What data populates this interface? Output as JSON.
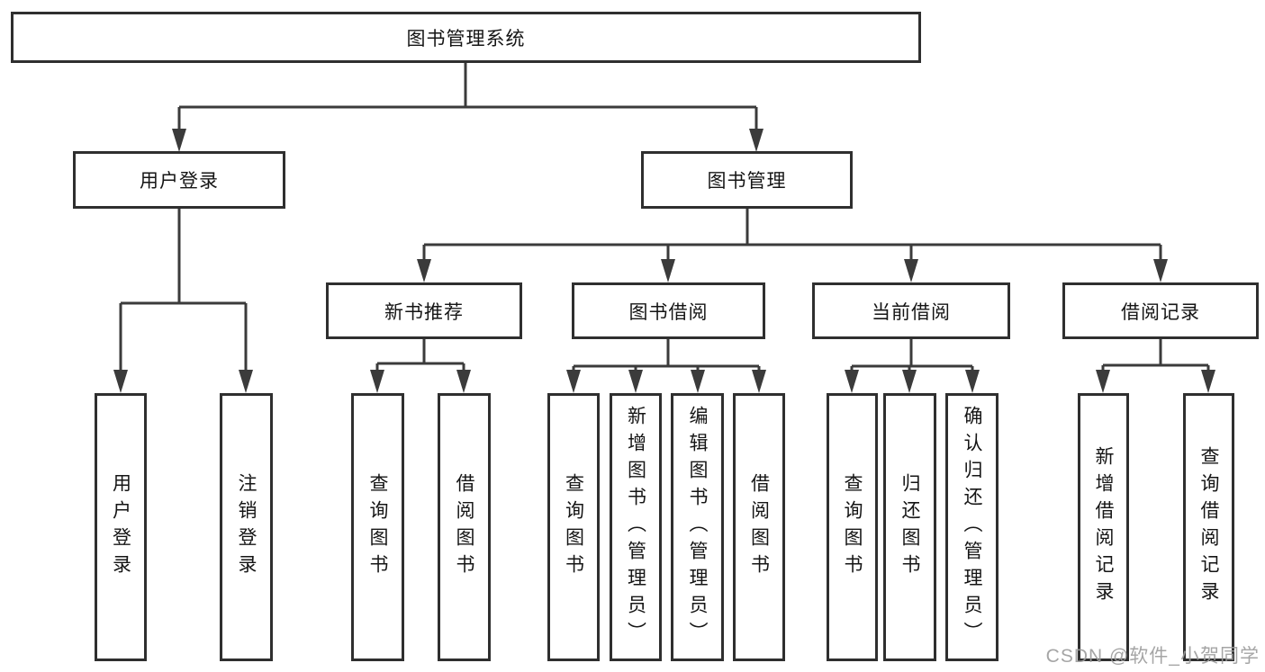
{
  "diagram": {
    "root": {
      "label": "图书管理系统"
    },
    "level2": {
      "user_login": {
        "label": "用户登录"
      },
      "book_mgmt": {
        "label": "图书管理"
      }
    },
    "level3": {
      "new_books": {
        "label": "新书推荐"
      },
      "book_borrow": {
        "label": "图书借阅"
      },
      "current_borrow": {
        "label": "当前借阅"
      },
      "borrow_records": {
        "label": "借阅记录"
      }
    },
    "leaves": {
      "user_login": [
        "用户登录",
        "注销登录"
      ],
      "new_books": [
        "查询图书",
        "借阅图书"
      ],
      "book_borrow": [
        "查询图书",
        "新增图书（管理员）",
        "编辑图书（管理员）",
        "借阅图书"
      ],
      "current_borrow": [
        "查询图书",
        "归还图书",
        "确认归还（管理员）"
      ],
      "borrow_records": [
        "新增借阅记录",
        "查询借阅记录"
      ]
    },
    "watermark": {
      "text": "CSDN @软件_小贺同学"
    },
    "colors": {
      "line": "#3b3b3b",
      "box_border": "#2f2f2f",
      "text": "#151515",
      "watermark": "#9c9c9c",
      "background": "#ffffff"
    }
  }
}
